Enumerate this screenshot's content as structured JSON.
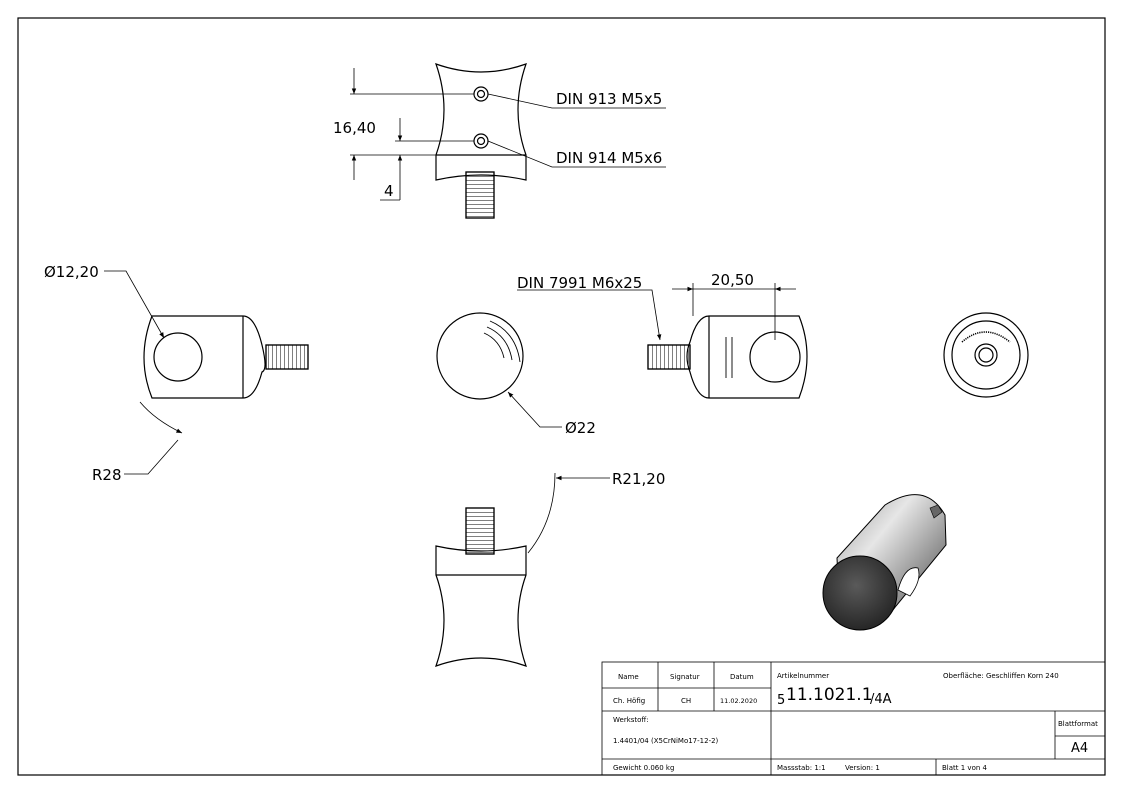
{
  "dimensions": {
    "din_913": "DIN 913 M5x5",
    "din_914": "DIN 914 M5x6",
    "dim_16_40": "16,40",
    "dim_4": "4",
    "dia_12_20": "Ø12,20",
    "r28": "R28",
    "dia_22": "Ø22",
    "din_7991": "DIN 7991 M6x25",
    "dim_20_50": "20,50",
    "r21_20": "R21,20"
  },
  "title_block": {
    "name_label": "Name",
    "signatur_label": "Signatur",
    "datum_label": "Datum",
    "name_value": "Ch. Höfig",
    "signatur_value": "CH",
    "datum_value": "11.02.2020",
    "artikel_label": "Artikelnummer",
    "artikel_prefix": "5",
    "artikel_main": "11.1021.1",
    "artikel_suffix": "/4A",
    "oberflaeche": "Oberfläche:  Geschliffen Korn 240",
    "werkstoff_label": "Werkstoff:",
    "werkstoff_value": "1.4401/04 (X5CrNiMo17-12-2)",
    "blattformat_label": "Blattformat",
    "blattformat_value": "A4",
    "gewicht": "Gewicht 0.060 kg",
    "massstab": "Massstab: 1:1",
    "version": "Version: 1",
    "blatt": "Blatt 1 von 4"
  },
  "colors": {
    "line": "#000000",
    "shade_dark": "#3a3a3a",
    "shade_light": "#d8d8d8"
  }
}
